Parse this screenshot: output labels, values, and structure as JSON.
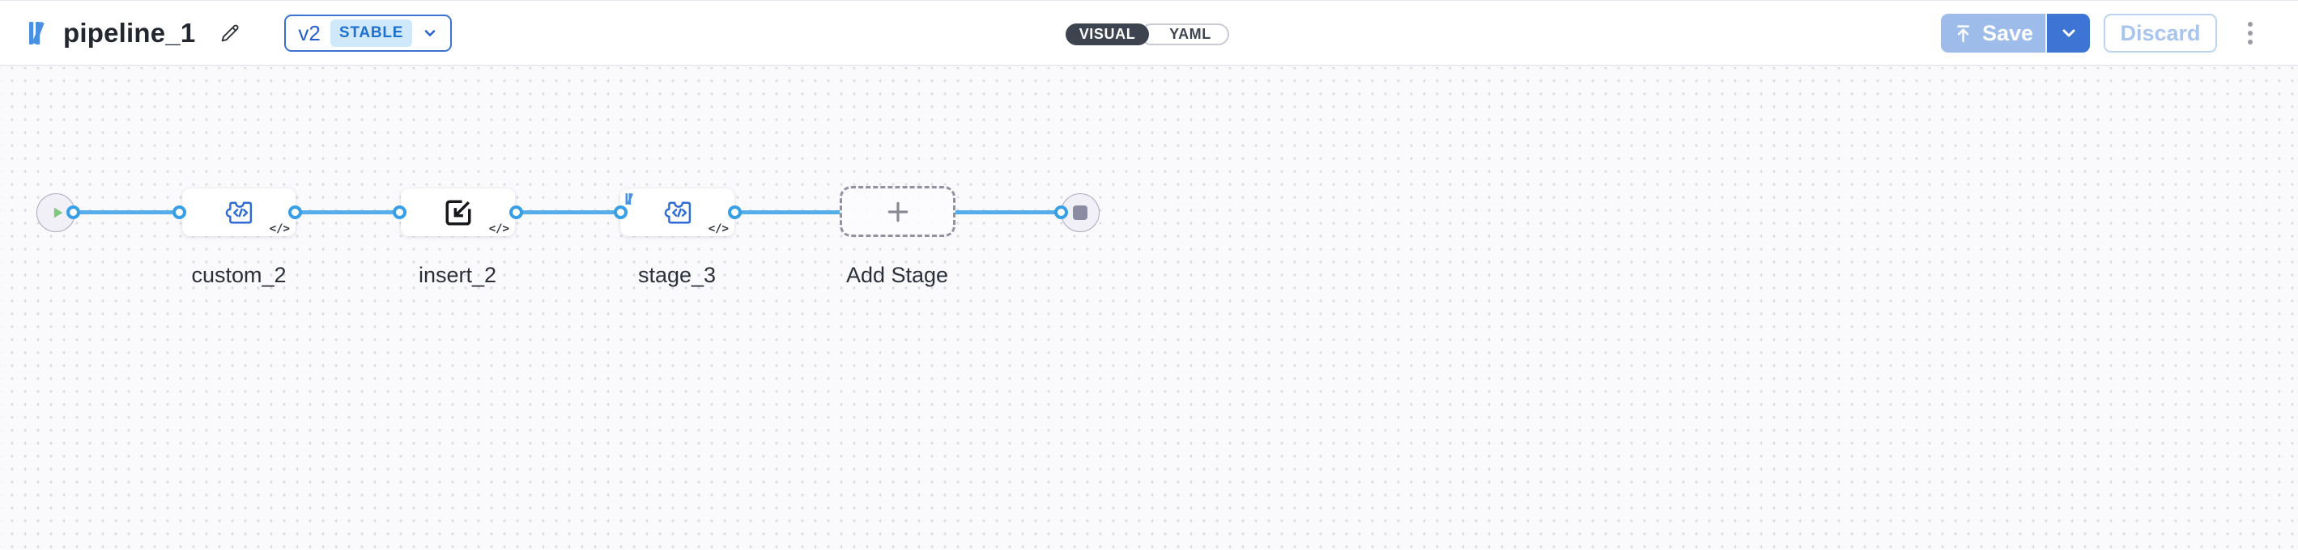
{
  "header": {
    "title": "pipeline_1",
    "version": {
      "label": "v2",
      "badge": "STABLE"
    },
    "view_tabs": {
      "visual": "VISUAL",
      "yaml": "YAML"
    },
    "save_label": "Save",
    "discard_label": "Discard"
  },
  "canvas": {
    "code_glyph": "</>",
    "stages": [
      {
        "label": "custom_2",
        "type": "code-function"
      },
      {
        "label": "insert_2",
        "type": "insert"
      },
      {
        "label": "stage_3",
        "type": "code-function",
        "has_pack_badge": true
      },
      {
        "label": "Add Stage",
        "type": "add-stage-placeholder"
      }
    ]
  },
  "icons": {
    "app_logo": "three-slanted-bars",
    "edit": "pencil",
    "version_chevron": "chevron-down",
    "save": "upload-arrow",
    "save_chevron": "chevron-down",
    "more": "kebab-vertical-dots",
    "start": "play-triangle",
    "end": "stop-square",
    "function_stage": "puzzle-code",
    "insert_stage": "import-arrow-box",
    "add_stage": "plus"
  },
  "colors": {
    "accent_blue": "#3e74d3",
    "save_disabled_blue": "#9dbce9",
    "edge_blue": "#55adea",
    "port_blue": "#389fe6",
    "badge_bg": "#cfe9fb",
    "badge_text": "#1d70cf",
    "play_green": "#7dc87d",
    "toggle_dark": "#3e4350",
    "canvas_bg": "#fafafd"
  }
}
